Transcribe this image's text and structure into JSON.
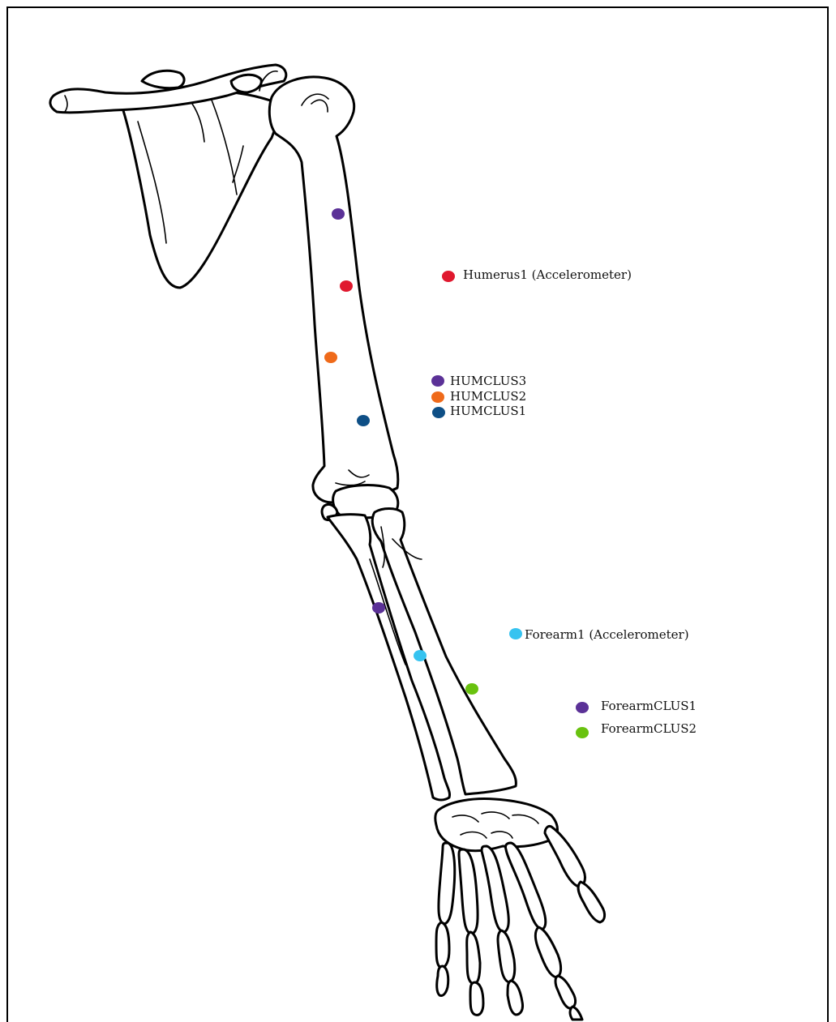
{
  "colors": {
    "red": "#e0182e",
    "purple": "#5b3197",
    "orange": "#ef6a1a",
    "navy": "#0e4f86",
    "cyan": "#36c3f0",
    "green": "#69c20f",
    "outline": "#000000"
  },
  "legend": {
    "humerus1": "Humerus1 (Accelerometer)",
    "humclus3": "HUMCLUS3",
    "humclus2": "HUMCLUS2",
    "humclus1": "HUMCLUS1",
    "forearm1": "Forearm1 (Accelerometer)",
    "forearmclus1": "ForearmCLUS1",
    "forearmclus2": "ForearmCLUS2"
  },
  "markers": [
    {
      "name": "humclus3-marker",
      "color": "purple"
    },
    {
      "name": "humerus1-marker",
      "color": "red"
    },
    {
      "name": "humclus2-marker",
      "color": "orange"
    },
    {
      "name": "humclus1-marker",
      "color": "navy"
    },
    {
      "name": "forearmclus1-marker",
      "color": "purple"
    },
    {
      "name": "forearm1-marker",
      "color": "cyan"
    },
    {
      "name": "forearmclus2-marker",
      "color": "green"
    }
  ]
}
